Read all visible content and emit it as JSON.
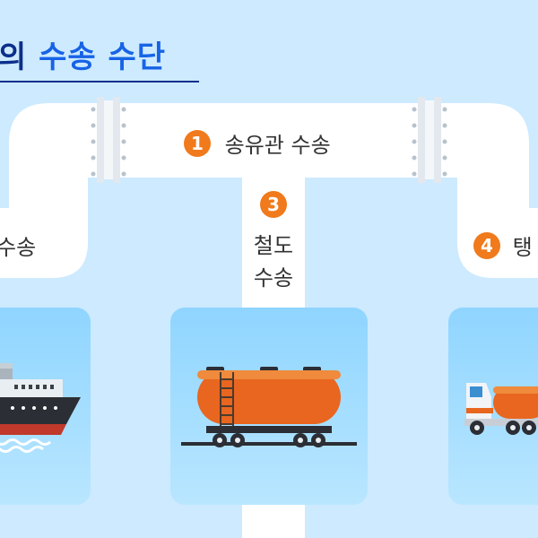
{
  "title": {
    "prefix": "의",
    "accent": "수송 수단"
  },
  "methods": [
    {
      "number": "1",
      "label": "송유관 수송"
    },
    {
      "label": "수송"
    },
    {
      "number": "3",
      "line1": "철도",
      "line2": "수송"
    },
    {
      "number": "4",
      "label": "탱"
    }
  ],
  "colors": {
    "background": "#cdeaff",
    "pipe": "#ffffff",
    "badge": "#f07a1c",
    "title": "#0b2f8a",
    "accent": "#1763e6",
    "card": "#9cd9ff"
  },
  "icons": [
    "ship-icon",
    "rail-tank-car-icon",
    "tanker-truck-icon"
  ]
}
